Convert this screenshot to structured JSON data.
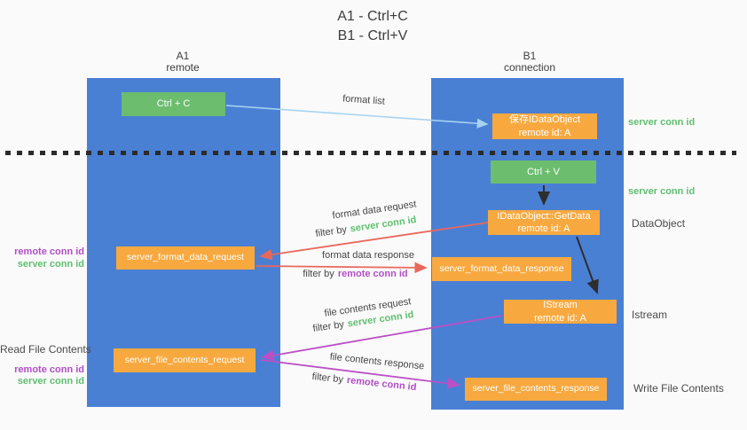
{
  "title": {
    "line1": "A1 - Ctrl+C",
    "line2": "B1 - Ctrl+V"
  },
  "columns": {
    "left": {
      "header_line1": "A1",
      "header_line2": "remote"
    },
    "right": {
      "header_line1": "B1",
      "header_line2": "connection"
    }
  },
  "nodes": {
    "ctrl_c": "Ctrl + C",
    "ctrl_v": "Ctrl + V",
    "save_idataobject": {
      "line1": "保存IDataObject",
      "line2": "remote id: A"
    },
    "getdata": {
      "line1": "IDataObject::GetData",
      "line2": "remote id: A"
    },
    "istream": {
      "line1": "IStream",
      "line2": "remote id: A"
    },
    "format_request": "server_format_data_request",
    "format_response": "server_format_data_response",
    "file_request": "server_file_contents_request",
    "file_response": "server_file_contents_response"
  },
  "arrow_labels": {
    "format_list": "format list",
    "format_data_request": "format data request",
    "format_data_response": "format data response",
    "file_contents_request": "file contents request",
    "file_contents_response": "file contents response",
    "filter_by": "filter by",
    "server_conn_id": "server conn id",
    "remote_conn_id": "remote conn id"
  },
  "side_labels": {
    "server_conn_id": "server conn id",
    "remote_conn_id": "remote conn id",
    "dataobject": "DataObject",
    "istream": "Istream",
    "read_file_contents": "Read File Contents",
    "write_file_contents": "Write File Contents"
  },
  "colors": {
    "column_blue": "#4a80d4",
    "box_green": "#6cbd6e",
    "box_orange": "#f7a940",
    "arrow_light_blue": "#a7d2f1",
    "arrow_salmon": "#e8685c",
    "arrow_magenta": "#bb50c6",
    "arrow_black": "#2e2e2e",
    "label_green": "#5fbf6f",
    "label_purple": "#b14fc6",
    "text_dark": "#404040",
    "background": "#fafafa"
  }
}
